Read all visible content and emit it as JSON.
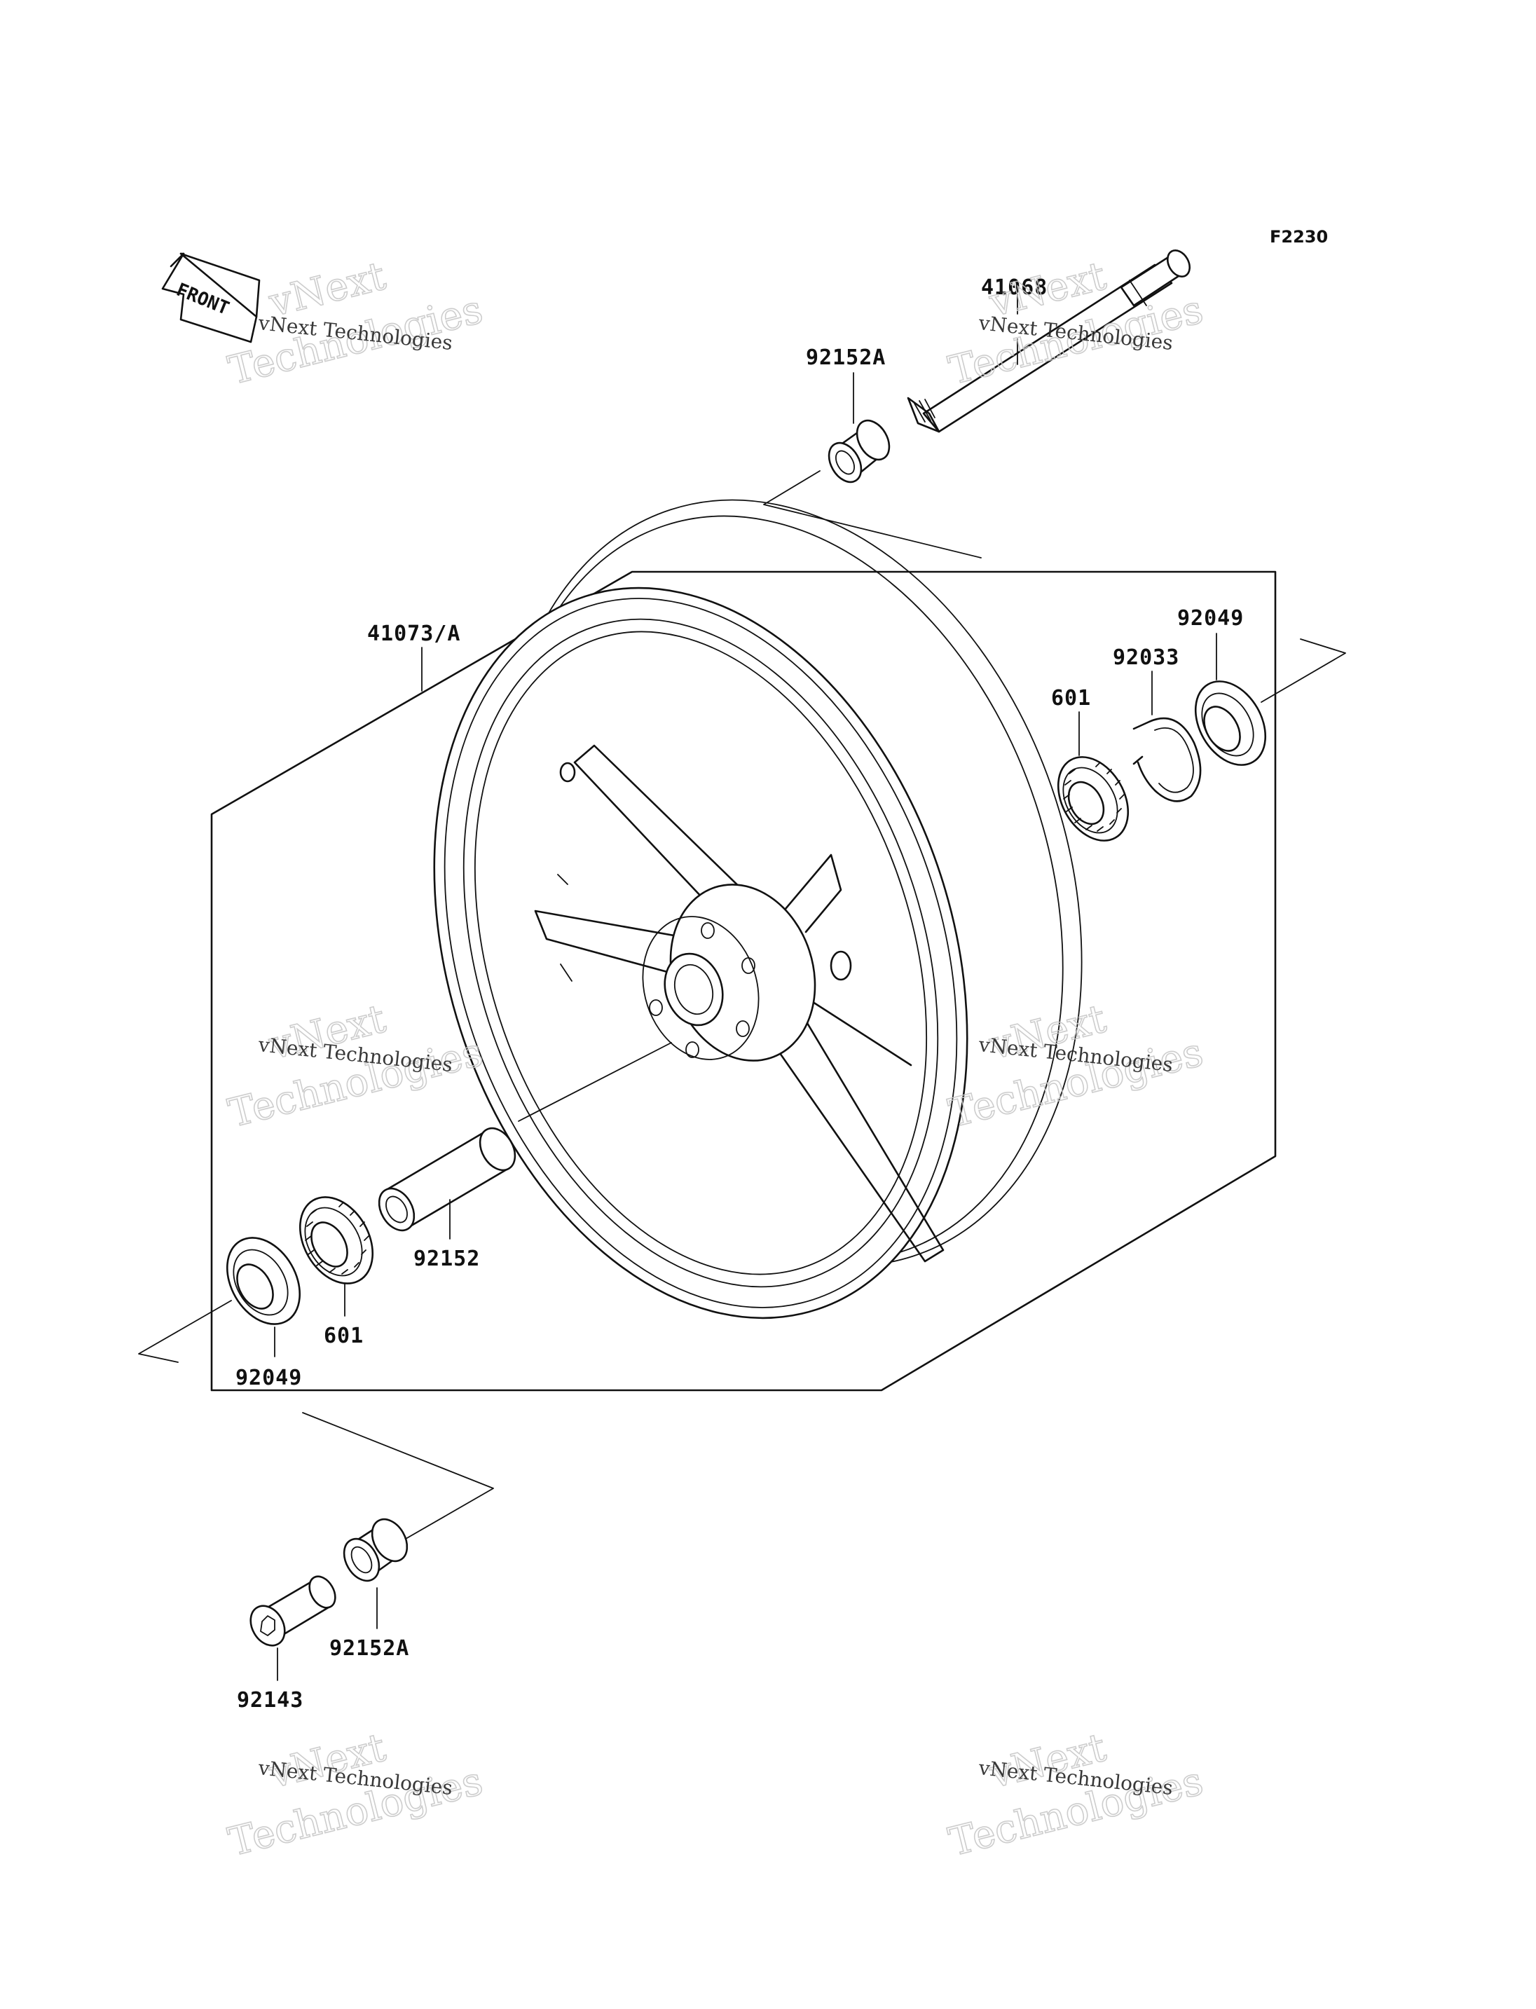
{
  "diagram_code": "F2230",
  "front_arrow_label": "FRONT",
  "parts": {
    "axle": "41068",
    "collar_top": "92152A",
    "wheel": "41073/A",
    "bearing_right": "601",
    "circlip": "92033",
    "seal_right": "92049",
    "spacer": "92152",
    "bearing_left": "601",
    "seal_left": "92049",
    "collar_bottom": "92152A",
    "bolt": "92143"
  },
  "watermark": {
    "brand_line": "vNext Technologies",
    "big_line_1": "vNext",
    "big_line_2": "Technologies"
  }
}
